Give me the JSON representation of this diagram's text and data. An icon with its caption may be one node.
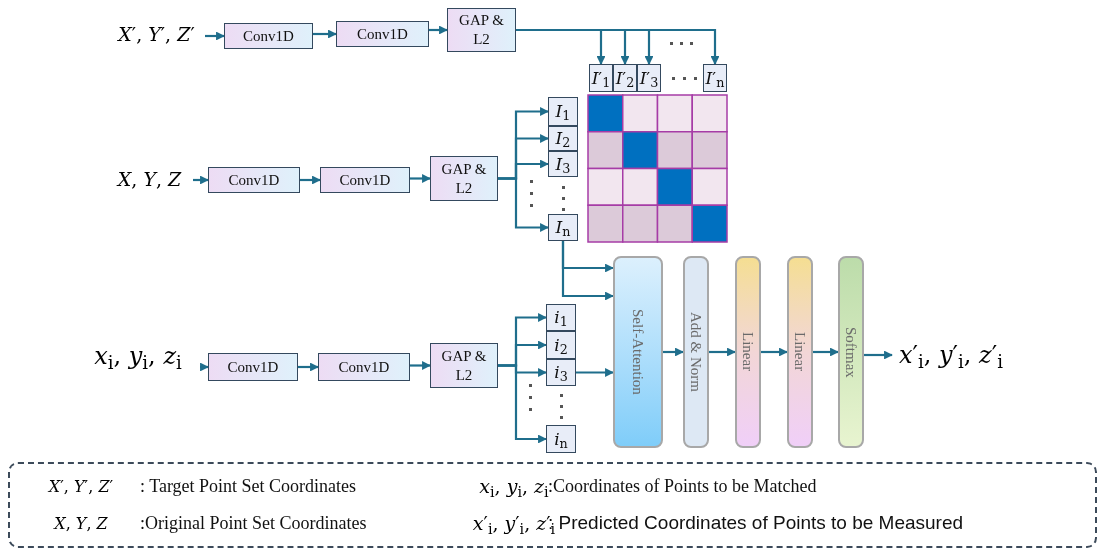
{
  "diagram": {
    "nodes": [
      {
        "text": [
          "*X*′, *Y*′, *Z*′"
        ]
      },
      {
        "text": [
          "Conv1D"
        ]
      },
      {
        "text": [
          "Conv1D"
        ]
      },
      {
        "text": [
          "GAP & L2"
        ]
      },
      {
        "text": [
          "*I*′$_{1}$"
        ]
      },
      {
        "text": [
          "*I*′$_{2}$"
        ]
      },
      {
        "text": [
          "*I*′$_{3}$"
        ]
      },
      {
        "text": [
          "*I*′$_{n}$"
        ]
      },
      {
        "text": [
          "*X*, *Y*, *Z*"
        ]
      },
      {
        "text": [
          "Conv1D"
        ]
      },
      {
        "text": [
          "Conv1D"
        ]
      },
      {
        "text": [
          "GAP & L2"
        ]
      },
      {
        "text": [
          "*I*$_{1}$"
        ]
      },
      {
        "text": [
          "*I*$_{2}$"
        ]
      },
      {
        "text": [
          "*I*$_{3}$"
        ]
      },
      {
        "text": [
          "*I*$_{n}$"
        ]
      },
      {
        "text": [
          "*x*$_{i}$, *y*$_{i}$, *z*$_{i}$"
        ]
      },
      {
        "text": [
          "Conv1D"
        ]
      },
      {
        "text": [
          "Conv1D"
        ]
      },
      {
        "text": [
          "GAP & L2"
        ]
      },
      {
        "text": [
          "*i*$_{1}$"
        ]
      },
      {
        "text": [
          "*i*$_{2}$"
        ]
      },
      {
        "text": [
          "*i*$_{3}$"
        ]
      },
      {
        "text": [
          "*i*$_{n}$"
        ]
      },
      {
        "text": [
          "Self-Attention"
        ]
      },
      {
        "text": [
          "Add & Norm"
        ]
      },
      {
        "text": [
          "Linear"
        ]
      },
      {
        "text": [
          "Linear"
        ]
      },
      {
        "text": [
          "Softmax"
        ]
      },
      {
        "text": [
          "*x*′$_{i}$, *y*′$_{i}$, *z*′$_{i}$"
        ]
      },
      {
        "text": [
          "*X*′, *Y*′, *Z*′",
          ": Target Point Set Coordinates",
          "*x*$_{i}$, *y*$_{i}$, *z*$_{i}$",
          ":Coordinates of Points to be Matched",
          "*X*, *Y*, *Z*",
          ":Original Point Set Coordinates",
          "*x*′$_{i}$, *y*′$_{i}$, *z*′$_{i}$",
          ": Predicted Coordinates of Points to be Measured"
        ]
      }
    ],
    "edges": [
      {
        "from": 0,
        "to": 1,
        "arrow": "to"
      },
      {
        "from": 1,
        "to": 2,
        "arrow": "to"
      },
      {
        "from": 2,
        "to": 3,
        "arrow": "to"
      },
      {
        "from": 3,
        "to": 4,
        "arrow": "to"
      },
      {
        "from": 3,
        "to": 5,
        "arrow": "to"
      },
      {
        "from": 3,
        "to": 6,
        "arrow": "to"
      },
      {
        "from": 3,
        "to": 7,
        "arrow": "to"
      },
      {
        "from": 8,
        "to": 9,
        "arrow": "to"
      },
      {
        "from": 9,
        "to": 10,
        "arrow": "to"
      },
      {
        "from": 10,
        "to": 11,
        "arrow": "to"
      },
      {
        "from": 11,
        "to": 12,
        "arrow": "to"
      },
      {
        "from": 11,
        "to": 13,
        "arrow": "to"
      },
      {
        "from": 11,
        "to": 14,
        "arrow": "to"
      },
      {
        "from": 11,
        "to": 15,
        "arrow": "to"
      },
      {
        "from": 15,
        "to": 24,
        "arrow": "to"
      },
      {
        "from": 15,
        "to": 24,
        "arrow": "to"
      },
      {
        "from": 16,
        "to": 17,
        "arrow": "to"
      },
      {
        "from": 17,
        "to": 18,
        "arrow": "to"
      },
      {
        "from": 18,
        "to": 19,
        "arrow": "to"
      },
      {
        "from": 19,
        "to": 20,
        "arrow": "to"
      },
      {
        "from": 19,
        "to": 21,
        "arrow": "to"
      },
      {
        "from": 19,
        "to": 22,
        "arrow": "to"
      },
      {
        "from": 19,
        "to": 23,
        "arrow": "to"
      },
      {
        "from": 22,
        "to": 24,
        "arrow": "to"
      },
      {
        "from": 24,
        "to": 25,
        "arrow": "to"
      },
      {
        "from": 25,
        "to": 26,
        "arrow": "to"
      },
      {
        "from": 26,
        "to": 27,
        "arrow": "to"
      },
      {
        "from": 27,
        "to": 28,
        "arrow": "to"
      },
      {
        "from": 28,
        "to": 29,
        "arrow": "to"
      }
    ]
  }
}
